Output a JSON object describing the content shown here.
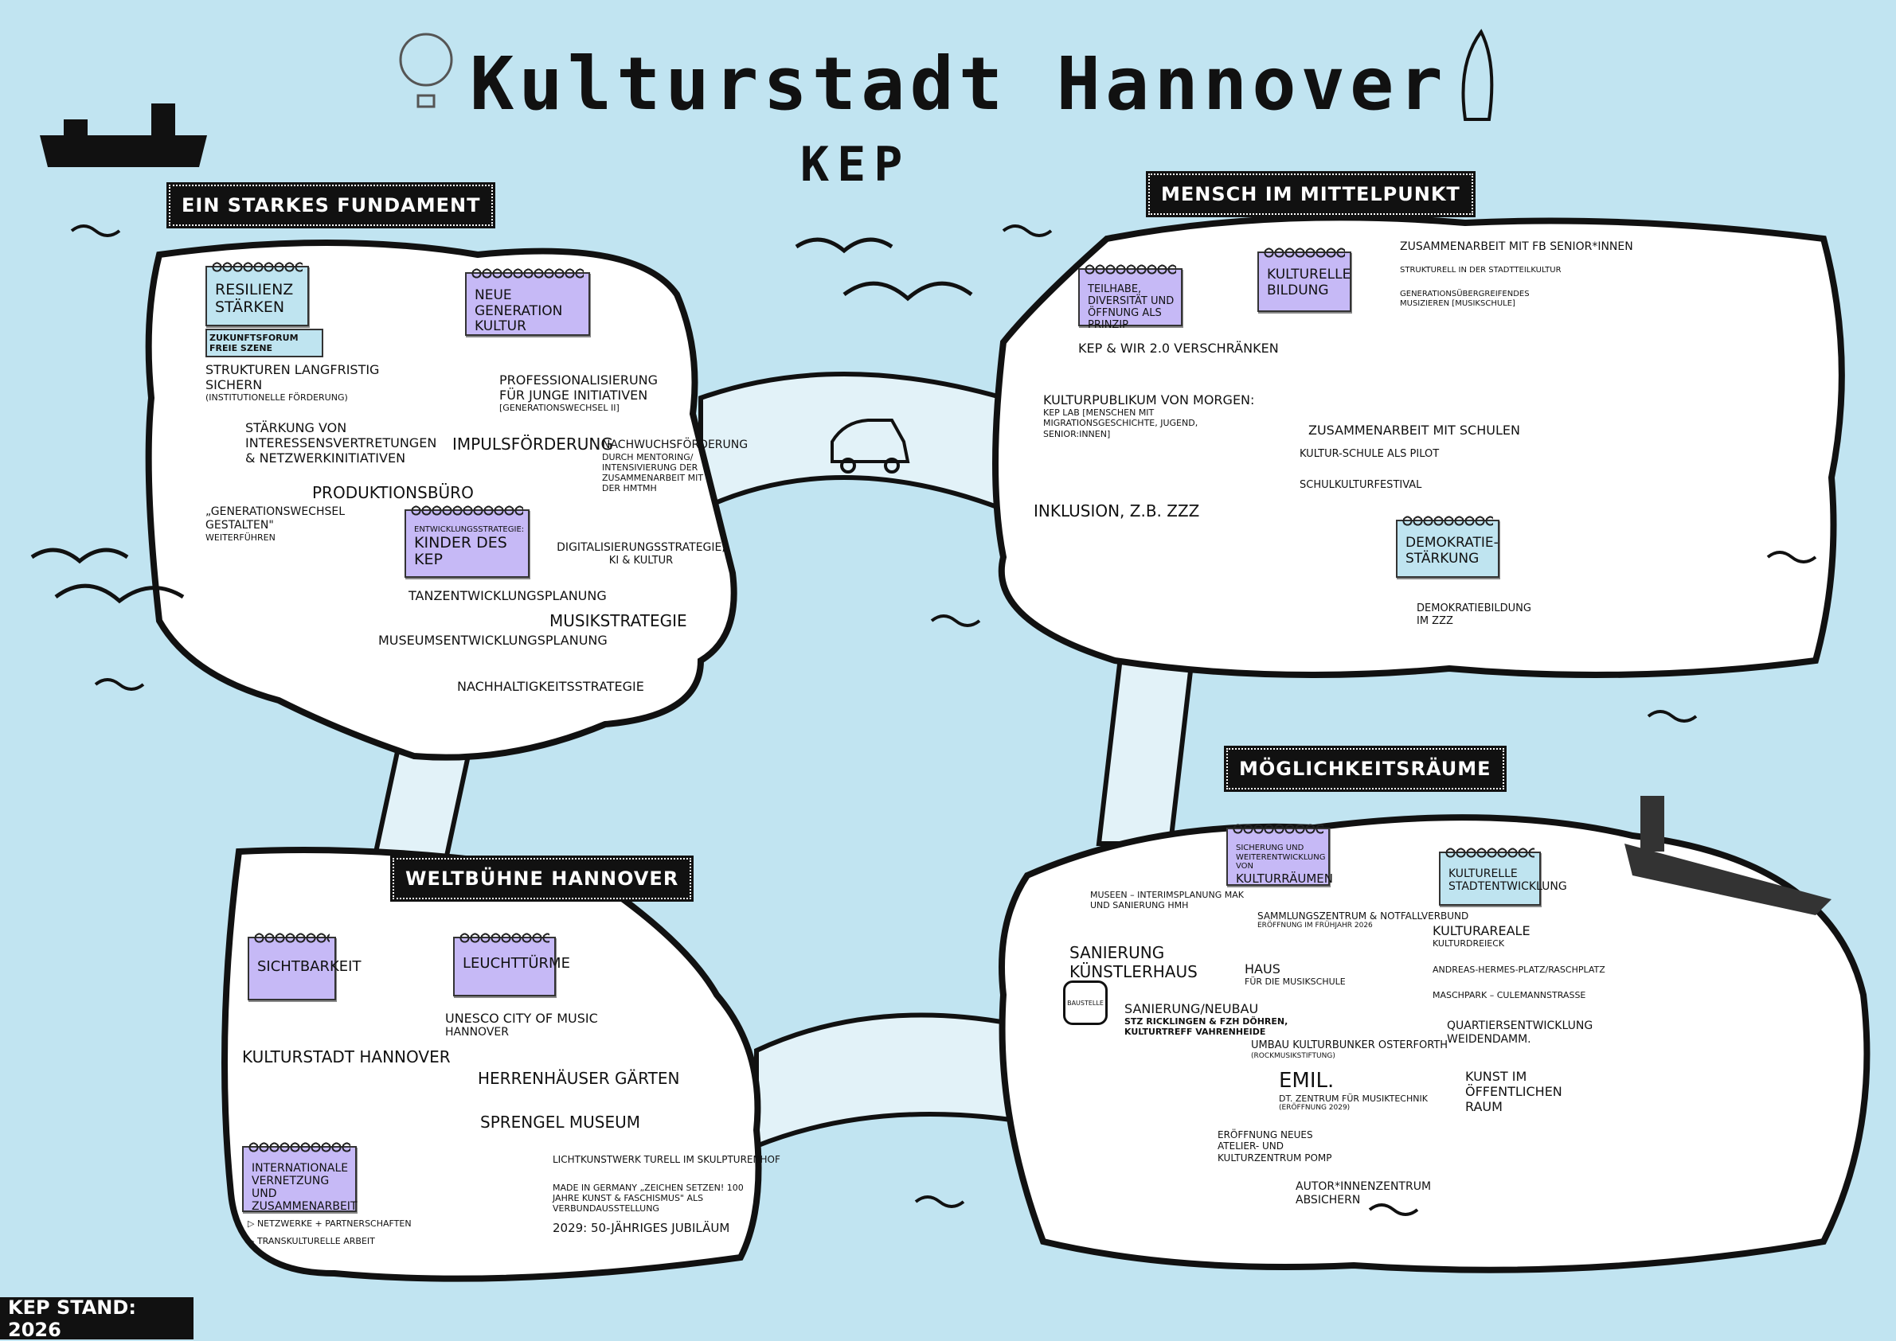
{
  "title": "Kulturstadt Hannover",
  "subtitle": "KEP",
  "footer": "KEP STAND: 2026",
  "colors": {
    "water": "#c1e4f1",
    "card_purple": "#c6b9f6",
    "card_blue": "#bfe4f0",
    "island": "#ffffff",
    "outline": "#111111"
  },
  "fundament": {
    "banner": "Ein starkes Fundament",
    "cards": [
      "Resilienz stärken",
      "Zukunftsforum Freie Szene",
      "Neue Generation Kultur",
      "Entwicklungsstrategie:",
      "Kinder des KEP"
    ],
    "notes": [
      "Strukturen langfristig sichern",
      "(institutionelle Förderung)",
      "Stärkung von Interessensvertretungen & Netzwerkinitiativen",
      "Professionalisierung für junge Initiativen",
      "[Generationswechsel II]",
      "Impulsförderung",
      "Nachwuchsförderung",
      "durch Mentoring/ Intensivierung der Zusammenarbeit mit der HMTMH",
      "Produktionsbüro",
      "„Generationswechsel gestalten\"",
      "weiterführen",
      "Digitalisierungsstrategie,",
      "KI & Kultur",
      "Tanzentwicklungsplanung",
      "Musikstrategie",
      "Museumsentwicklungsplanung",
      "Nachhaltigkeitsstrategie"
    ]
  },
  "mensch": {
    "banner": "Mensch im Mittelpunkt",
    "cards": [
      "Teilhabe, Diversität und Öffnung als Prinzip",
      "Kulturelle Bildung",
      "Demokratie-stärkung"
    ],
    "notes": [
      "Zusammenarbeit mit FB Senior*innen",
      "Strukturell in der Stadtteilkultur",
      "Generationsübergreifendes Musizieren [Musikschule]",
      "KEP & WIR 2.0 verschränken",
      "Kulturpublikum von morgen:",
      "KEP LAB [Menschen mit Migrationsgeschichte, Jugend, Senior:innen]",
      "Zusammenarbeit mit Schulen",
      "Kultur-Schule als Pilot",
      "Schulkulturfestival",
      "Inklusion, z.B. ZZZ",
      "Demokratiebildung im ZZZ"
    ]
  },
  "moeglichkeit": {
    "banner": "Möglichkeitsräume",
    "cards": [
      "Sicherung und Weiterentwicklung von",
      "Kulturräumen",
      "Kulturelle Stadtentwicklung"
    ],
    "notes": [
      "Museen – Interimsplanung MAK und Sanierung HMH",
      "Sammlungszentrum & Notfallverbund",
      "Eröffnung im Frühjahr 2026",
      "Kulturareale",
      "Kulturdreieck",
      "Andreas-Hermes-Platz/Raschplatz",
      "Maschpark – Culemannstraße",
      "Sanierung Künstlerhaus",
      "Baustelle",
      "Haus",
      "für die Musikschule",
      "Sanierung/Neubau",
      "STZ Ricklingen & FZH Döhren, Kulturtreff Vahrenheide",
      "Quartiersentwicklung Weidendamm.",
      "Umbau Kulturbunker Osterforth",
      "(Rockmusikstiftung)",
      "EMIL.",
      "Dt. Zentrum für Musiktechnik",
      "(Eröffnung 2029)",
      "Kunst im öffentlichen Raum",
      "Eröffnung neues Atelier- und Kulturzentrum POMP",
      "Autor*innenzentrum absichern"
    ]
  },
  "weltbuehne": {
    "banner": "Weltbühne Hannover",
    "cards": [
      "Sichtbarkeit",
      "Leuchttürme",
      "Internationale Vernetzung und Zusammenarbeit"
    ],
    "notes": [
      "UNESCO City of Music",
      "Hannover",
      "Kulturstadt Hannover",
      "Herrenhäuser Gärten",
      "Sprengel Museum",
      "Lichtkunstwerk Turell im Skulpturenhof",
      "Made in Germany „Zeichen setzen! 100 Jahre Kunst & Faschismus\" als Verbundausstellung",
      "2029: 50-jähriges Jubiläum",
      "▷ Netzwerke + Partnerschaften",
      "▷ Transkulturelle Arbeit"
    ]
  }
}
